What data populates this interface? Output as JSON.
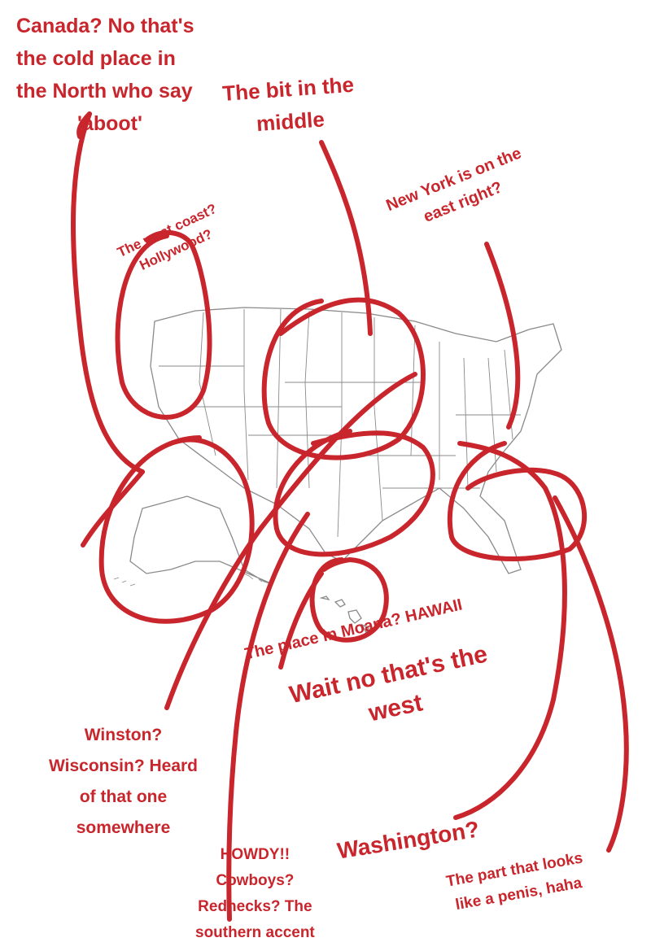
{
  "colors": {
    "annotation": "#c8262c",
    "map_line": "#8a8a8a"
  },
  "annotations": {
    "canada": [
      "Canada? No that's",
      "the cold place in",
      "the North who say",
      "'aboot'"
    ],
    "middle": [
      "The bit in the",
      "middle"
    ],
    "west_coast": [
      "The west coast?",
      "Hollywood?"
    ],
    "new_york": [
      "New York is on the",
      "east right?"
    ],
    "hawaii": [
      "The place in Moana? HAWAII"
    ],
    "west": [
      "Wait no that's the",
      "west"
    ],
    "wisconsin": [
      "Winston?",
      "Wisconsin? Heard",
      "of that one",
      "somewhere"
    ],
    "howdy": [
      "HOWDY!!",
      "Cowboys?",
      "Rednecks? The",
      "southern accent"
    ],
    "washington": [
      "Washington?"
    ],
    "penis": [
      "The part that looks",
      "like a penis, haha"
    ]
  }
}
